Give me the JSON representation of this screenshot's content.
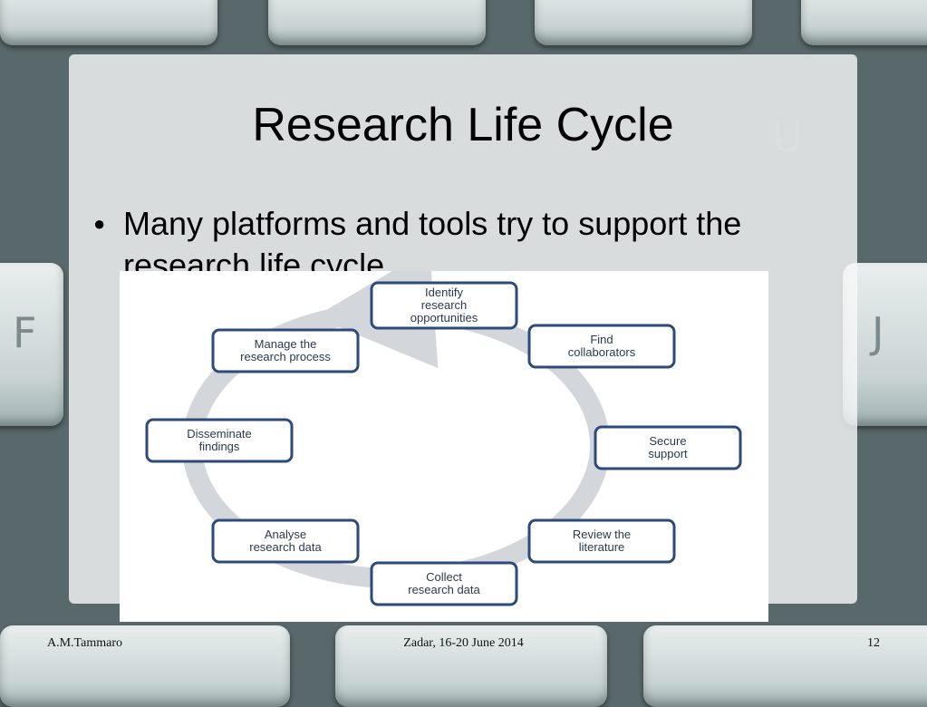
{
  "slide": {
    "title": "Research Life Cycle",
    "bullet": "Many platforms and tools try to support the research life cycle"
  },
  "diagram": {
    "stages": [
      {
        "id": "identify",
        "lines": [
          "Identify",
          "research",
          "opportunities"
        ]
      },
      {
        "id": "find",
        "lines": [
          "Find",
          "collaborators"
        ]
      },
      {
        "id": "secure",
        "lines": [
          "Secure",
          "support"
        ]
      },
      {
        "id": "review",
        "lines": [
          "Review the",
          "literature"
        ]
      },
      {
        "id": "collect",
        "lines": [
          "Collect",
          "research data"
        ]
      },
      {
        "id": "analyse",
        "lines": [
          "Analyse",
          "research data"
        ]
      },
      {
        "id": "disseminate",
        "lines": [
          "Disseminate",
          "findings"
        ]
      },
      {
        "id": "manage",
        "lines": [
          "Manage the",
          "research process"
        ]
      }
    ],
    "colors": {
      "box_border": "#2c4a7a",
      "cycle_arrow": "#d3d7dc",
      "text": "#2b3a4d"
    }
  },
  "footer": {
    "author": "A.M.Tammaro",
    "event": "Zadar, 16-20 June 2014",
    "page": "12"
  },
  "background_keys": {
    "letters": [
      "F",
      "J",
      "U"
    ]
  }
}
